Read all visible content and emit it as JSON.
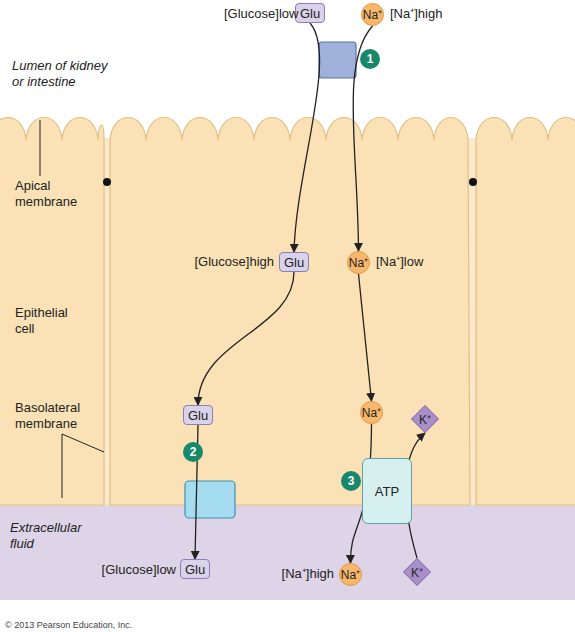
{
  "diagram": {
    "nodes": [
      {
        "text": [
          "Glu"
        ]
      },
      {
        "text": [
          "Na⁺"
        ]
      },
      {
        "text": [
          "Glu"
        ]
      },
      {
        "text": [
          "Na⁺"
        ]
      },
      {
        "text": [
          "Glu"
        ]
      },
      {
        "text": [
          "Na⁺"
        ]
      },
      {
        "text": [
          "K⁺"
        ]
      },
      {
        "text": [
          "ATP"
        ]
      },
      {
        "text": [
          "Glu"
        ]
      },
      {
        "text": [
          "Na⁺"
        ]
      },
      {
        "text": [
          "K⁺"
        ]
      }
    ],
    "edges": [
      {
        "from": 0,
        "to": 2,
        "arrow": "to"
      },
      {
        "from": 1,
        "to": 3,
        "arrow": "to"
      },
      {
        "from": 2,
        "to": 4,
        "arrow": "to"
      },
      {
        "from": 4,
        "to": 8,
        "arrow": "to"
      },
      {
        "from": 3,
        "to": 5,
        "arrow": "to"
      },
      {
        "from": 5,
        "to": 9,
        "arrow": "to"
      },
      {
        "from": 10,
        "to": 6,
        "arrow": "to"
      }
    ],
    "labels": [
      "[Glucose]low",
      "[Na⁺]high",
      "1",
      "Lumen of kidney or intestine",
      "Apical membrane",
      "[Glucose]high",
      "[Na⁺]low",
      "Epithelial cell",
      "Basolateral membrane",
      "2",
      "3",
      "Extracellular fluid",
      "[Glucose]low",
      "[Na⁺]high",
      "© 2013 Pearson Education, Inc."
    ]
  }
}
